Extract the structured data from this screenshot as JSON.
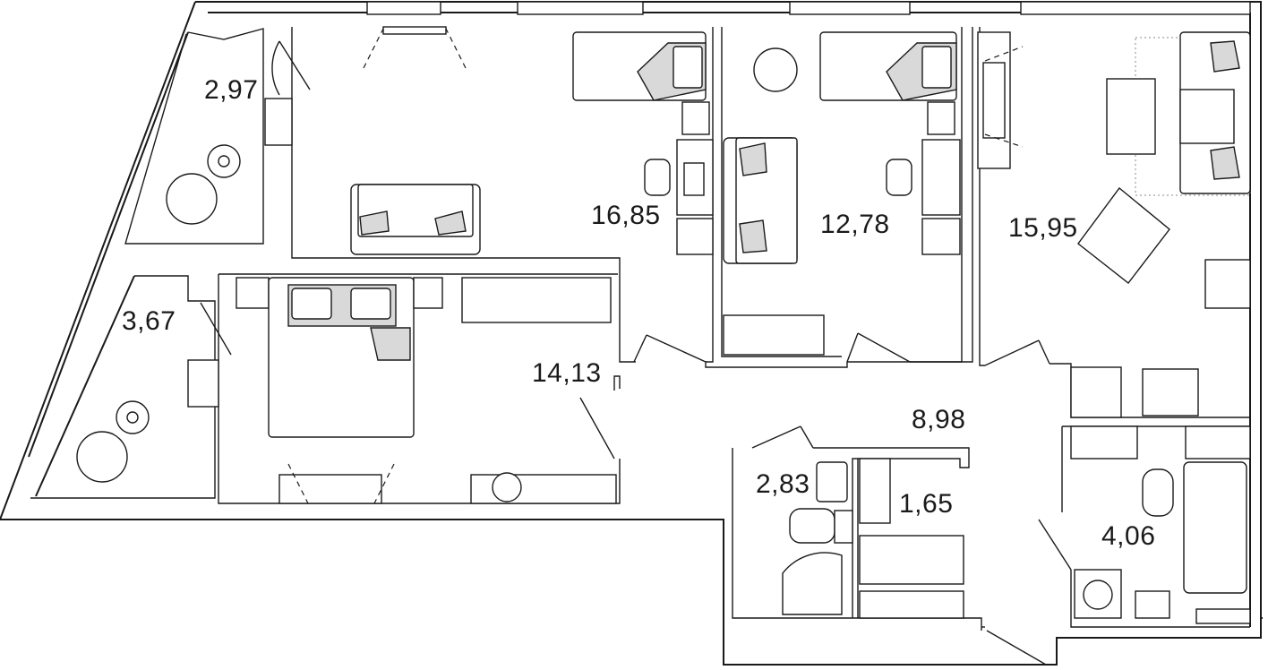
{
  "floor_plan": {
    "rooms": [
      {
        "id": "loggia-1",
        "area": "2,97"
      },
      {
        "id": "loggia-2",
        "area": "3,67"
      },
      {
        "id": "living-room",
        "area": "16,85"
      },
      {
        "id": "bedroom-2",
        "area": "12,78"
      },
      {
        "id": "kitchen",
        "area": "15,95"
      },
      {
        "id": "bedroom-1",
        "area": "14,13"
      },
      {
        "id": "hallway",
        "area": "8,98"
      },
      {
        "id": "bathroom-1",
        "area": "2,83"
      },
      {
        "id": "storage",
        "area": "1,65"
      },
      {
        "id": "bathroom-2",
        "area": "4,06"
      }
    ]
  }
}
